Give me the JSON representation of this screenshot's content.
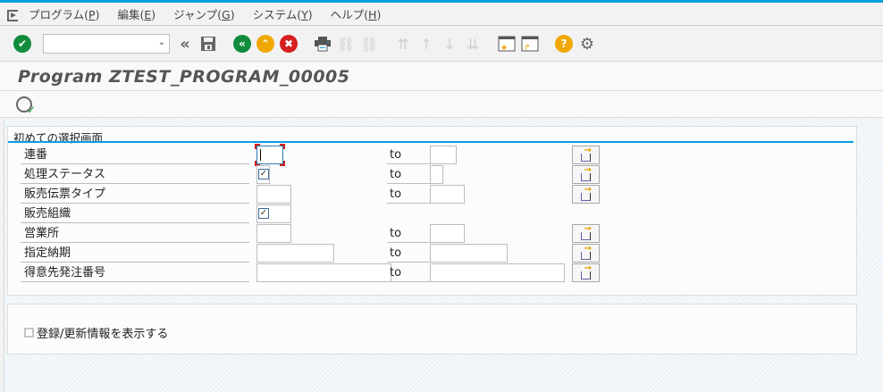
{
  "menubar": {
    "items": [
      {
        "label": "プログラム(",
        "mnemonic": "P",
        "suffix": ")"
      },
      {
        "label": "編集(",
        "mnemonic": "E",
        "suffix": ")"
      },
      {
        "label": "ジャンプ(",
        "mnemonic": "G",
        "suffix": ")"
      },
      {
        "label": "システム(",
        "mnemonic": "Y",
        "suffix": ")"
      },
      {
        "label": "ヘルプ(",
        "mnemonic": "H",
        "suffix": ")"
      }
    ]
  },
  "toolbar": {
    "command_field_value": "",
    "icons": {
      "enter": "✔",
      "collapse": "«",
      "save": "save-icon",
      "back": "«",
      "exit": "⌃",
      "cancel": "✖",
      "print": "print-icon",
      "find": "find-icon",
      "find_next": "find-next-icon",
      "first_page": "first-page-icon",
      "prev_page": "prev-page-icon",
      "next_page": "next-page-icon",
      "last_page": "last-page-icon",
      "new_session": "new-session-icon",
      "shortcut": "shortcut-icon",
      "help": "?",
      "settings": "⚙"
    }
  },
  "title": "Program ZTEST_PROGRAM_00005",
  "app_toolbar": {
    "execute_icon": "execute-icon"
  },
  "selection_block": {
    "title": "初めての選択画面",
    "rows": [
      {
        "label": "連番",
        "low": "",
        "to_label": "to",
        "high": "",
        "has_multi": true,
        "type": "range-focused"
      },
      {
        "label": "処理ステータス",
        "low_checked": true,
        "to_label": "to",
        "high": "",
        "has_multi": true,
        "type": "checkbox-range"
      },
      {
        "label": "販売伝票タイプ",
        "low": "",
        "to_label": "to",
        "high": "",
        "has_multi": true,
        "type": "range"
      },
      {
        "label": "販売組織",
        "low_checked": true,
        "type": "checkbox-param"
      },
      {
        "label": "営業所",
        "low": "",
        "to_label": "to",
        "high": "",
        "has_multi": true,
        "type": "range"
      },
      {
        "label": "指定納期",
        "low": "",
        "to_label": "to",
        "high": "",
        "has_multi": true,
        "type": "range"
      },
      {
        "label": "得意先発注番号",
        "low": "",
        "to_label": "to",
        "high": "",
        "has_multi": true,
        "type": "range"
      }
    ]
  },
  "options_block": {
    "show_info_checkbox": {
      "label": "登録/更新情報を表示する",
      "checked": false
    }
  },
  "colors": {
    "accent": "#0a9ee0",
    "enter_green": "#118c3c",
    "exit_orange": "#f0a800",
    "cancel_red": "#d52020"
  }
}
